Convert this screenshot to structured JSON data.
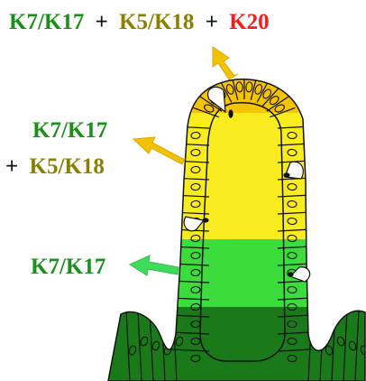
{
  "labels": {
    "top": {
      "k7": "K7/K17",
      "plus1": "+",
      "k5": "K5/K18",
      "plus2": "+",
      "k20": "K20"
    },
    "middle": {
      "k7": "K7/K17",
      "plus": "+",
      "k5": "K5/K18"
    },
    "bottom": {
      "k7": "K7/K17"
    }
  },
  "colors": {
    "k7_green": "#1a8f1a",
    "k5_olive": "#8a8000",
    "k20_red": "#ff1a1a",
    "plus_black": "#111111",
    "zone_orange": "#f5c400",
    "zone_yellow": "#f8ec1e",
    "zone_light_green": "#3ddc3d",
    "zone_dark_green": "#1a7a1a",
    "arrow_yellow": "#f2c200",
    "arrow_green": "#3ddc5a"
  }
}
